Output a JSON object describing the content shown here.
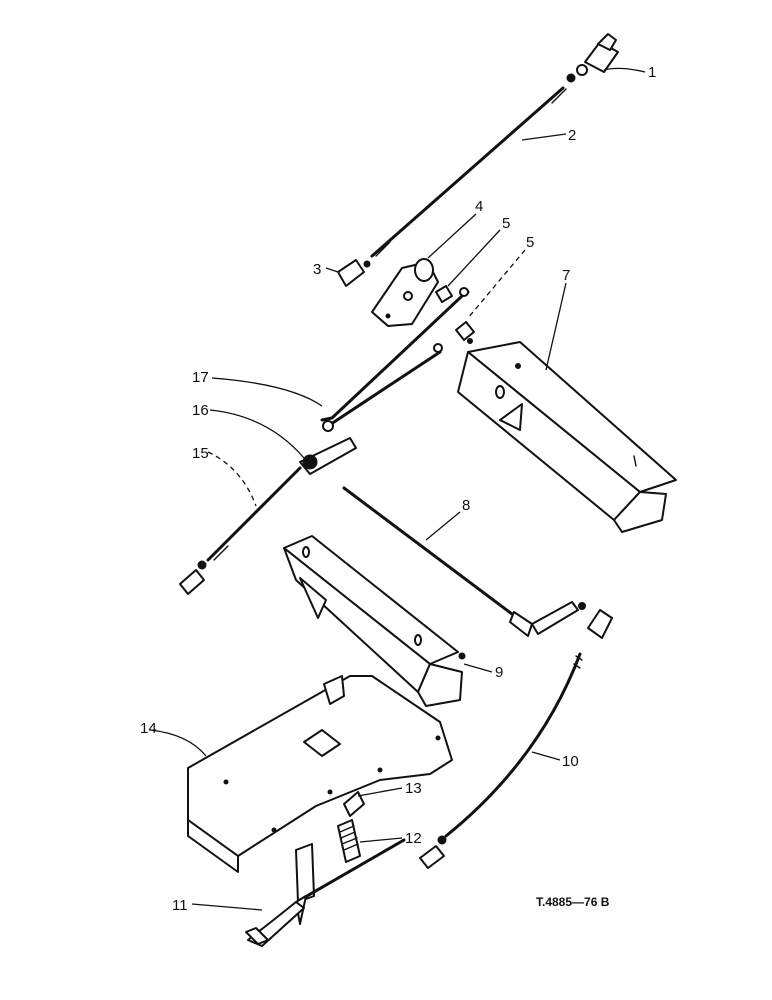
{
  "callouts": {
    "c1": "1",
    "c2": "2",
    "c3": "3",
    "c4": "4",
    "c5a": "5",
    "c5b": "5",
    "c7": "7",
    "c8": "8",
    "c9": "9",
    "c10": "10",
    "c11": "11",
    "c12": "12",
    "c13": "13",
    "c14": "14",
    "c15": "15",
    "c16": "16",
    "c17": "17"
  },
  "drawing_reference": "T.4885—76 B"
}
